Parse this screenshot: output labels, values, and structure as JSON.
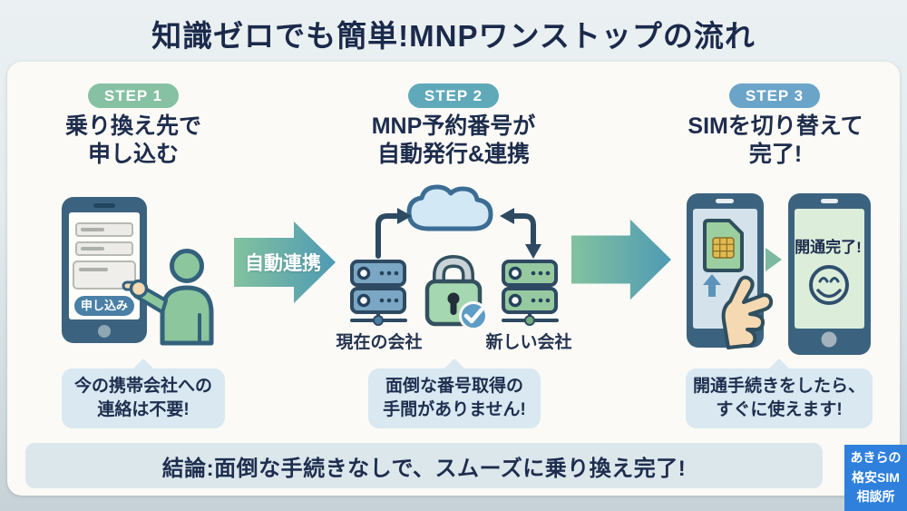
{
  "title": "知識ゼロでも簡単!MNPワンストップの流れ",
  "steps": [
    {
      "badge": "STEP 1",
      "badge_color": "#85c1a2",
      "heading": [
        "乗り換え先で",
        "申し込む"
      ],
      "note": [
        "今の携帯会社への",
        "連絡は不要!"
      ]
    },
    {
      "badge": "STEP 2",
      "badge_color": "#5fa9b9",
      "heading": [
        "MNP予約番号が",
        "自動発行&連携"
      ],
      "note": [
        "面倒な番号取得の",
        "手間がありません!"
      ],
      "server_labels": [
        "現在の会社",
        "新しい会社"
      ]
    },
    {
      "badge": "STEP 3",
      "badge_color": "#6ba4c9",
      "heading": [
        "SIMを切り替えて",
        "完了!"
      ],
      "note": [
        "開通手続きをしたら、",
        "すぐに使えます!"
      ],
      "phone_screen_text": "開通完了!"
    }
  ],
  "flow_arrow_label": "自動連携",
  "step1_phone_button": "申し込み",
  "conclusion": "結論:面倒な手続きなしで、スムーズに乗り換え完了!",
  "brand_badge": {
    "lines": [
      "あきらの",
      "格安SIM",
      "相談所"
    ],
    "color": "#2f80dd"
  },
  "colors": {
    "arrow_gradient_start": "#82c29f",
    "arrow_gradient_end": "#4f9ab4",
    "panel_background": "#fbfaf6",
    "heading_text": "#1e2d4d"
  }
}
